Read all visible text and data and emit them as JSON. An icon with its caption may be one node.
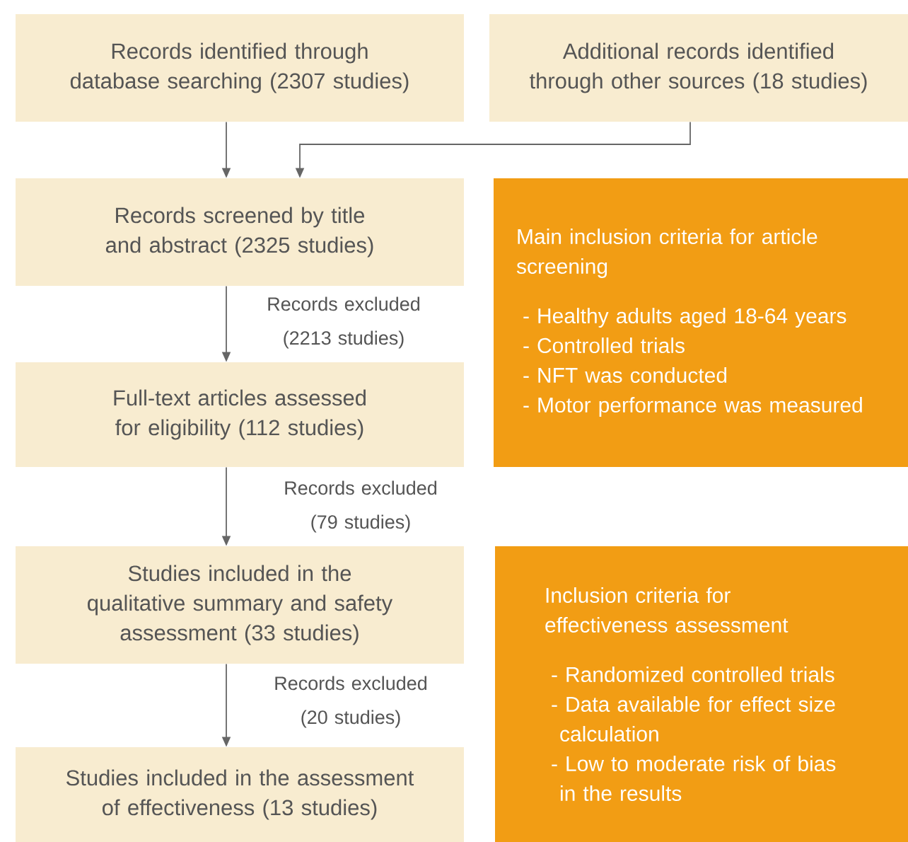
{
  "diagram": {
    "nodes": [
      {
        "text": [
          "Records identified through database searching (2307 studies)"
        ]
      },
      {
        "text": [
          "Additional records identified through other sources (18 studies)"
        ]
      },
      {
        "text": [
          "Records screened by title and abstract (2325 studies)"
        ]
      },
      {
        "text": [
          "Full-text articles assessed for eligibility (112 studies)"
        ]
      },
      {
        "text": [
          "Studies included in the qualitative summary and safety assessment (33 studies)"
        ]
      },
      {
        "text": [
          "Studies included in the assessment of effectiveness (13 studies)"
        ]
      },
      {
        "text": [
          "Main inclusion criteria for article screening",
          "- Healthy adults aged 18-64 years",
          "- Controlled trials",
          "- NFT was conducted",
          "- Motor performance was measured"
        ]
      },
      {
        "text": [
          "Inclusion criteria for effectiveness assessment",
          "- Randomized controlled trials",
          "- Data available for effect size calculation",
          "- Low to moderate risk of bias in the results"
        ]
      }
    ],
    "edges": [
      {
        "from": 0,
        "to": 2,
        "arrow": "to"
      },
      {
        "from": 1,
        "to": 2,
        "arrow": "to"
      },
      {
        "from": 2,
        "to": 3,
        "arrow": "to",
        "label": "Records excluded (2213 studies)"
      },
      {
        "from": 3,
        "to": 4,
        "arrow": "to",
        "label": "Records excluded (79 studies)"
      },
      {
        "from": 4,
        "to": 5,
        "arrow": "to",
        "label": "Records excluded (20 studies)"
      }
    ]
  }
}
